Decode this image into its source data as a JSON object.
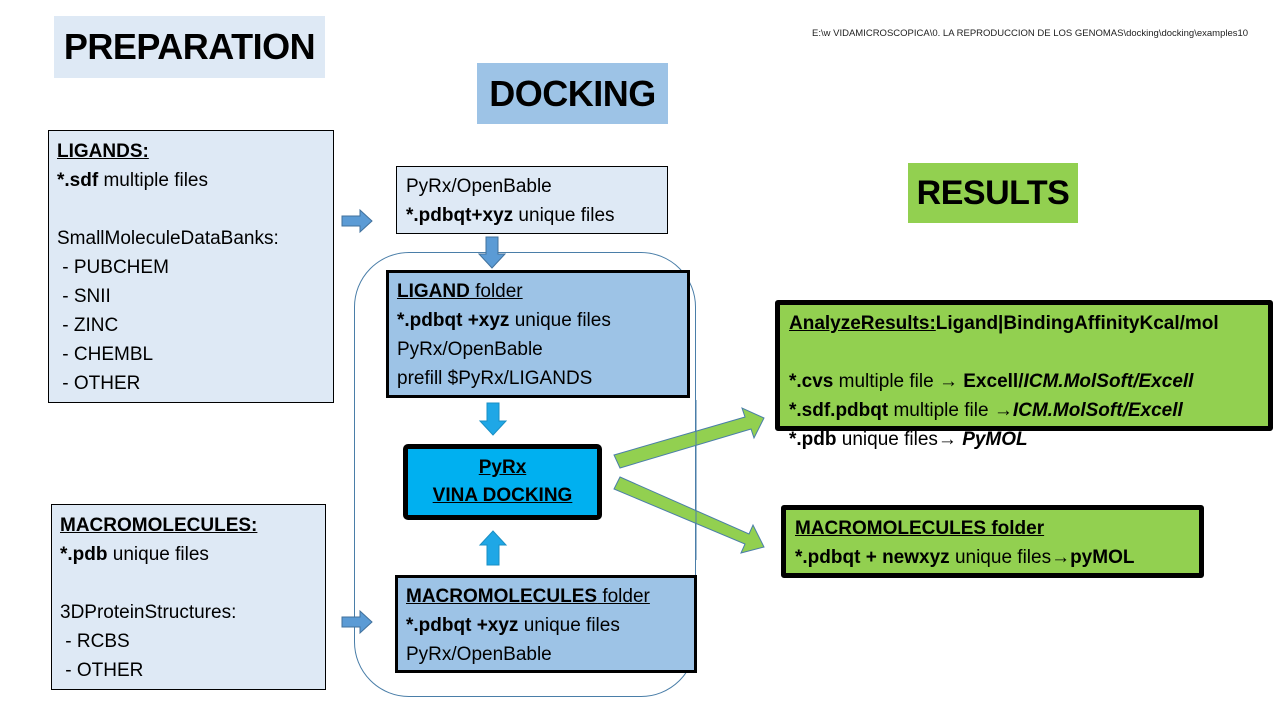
{
  "headers": {
    "preparation": "PREPARATION",
    "docking": "DOCKING",
    "results": "RESULTS"
  },
  "file_path": "E:\\w  VIDAMICROSCOPICA\\0. LA REPRODUCCION DE LOS GENOMAS\\docking\\docking\\examples10",
  "preparation": {
    "ligands": {
      "title": "LIGANDS:",
      "format_bold": "*.sdf",
      "format_rest": " multiple files",
      "banks_label": "SmallMoleculeDataBanks:",
      "banks": [
        " - PUBCHEM",
        " - SNII",
        " - ZINC",
        " - CHEMBL",
        " - OTHER"
      ]
    },
    "macromolecules": {
      "title": "MACROMOLECULES:",
      "format_bold": "*.pdb",
      "format_rest": " unique files",
      "sources_label": "3DProteinStructures:",
      "sources": [
        " - RCBS",
        " - OTHER"
      ]
    }
  },
  "docking": {
    "converter": {
      "line1": "PyRx/OpenBable",
      "line2_bold": "*.pdbqt+xyz",
      "line2_rest": " unique files"
    },
    "ligand_folder": {
      "title_bold": "LIGAND",
      "title_rest": " folder",
      "line2_bold": "*.pdbqt +xyz",
      "line2_rest": " unique files",
      "line3": "PyRx/OpenBable",
      "line4": "prefill $PyRx/LIGANDS"
    },
    "vina": {
      "line1": "PyRx",
      "line2": "VINA DOCKING"
    },
    "macro_folder": {
      "title_bold": "MACROMOLECULES",
      "title_rest": " folder",
      "line2_bold": "*.pdbqt +xyz",
      "line2_rest": " unique files",
      "line3": "PyRx/OpenBable"
    }
  },
  "results": {
    "analyze": {
      "title_u": "AnalyzeResults:",
      "title_rest": "Ligand|BindingAffinityKcal/mol",
      "rows": [
        {
          "bold": "*.cvs",
          "plain": " multiple file ",
          "arrow": "→",
          "target_bold": " Excell/",
          "target_italic": "ICM.MolSoft/Excell"
        },
        {
          "bold": "*.sdf.pdbqt",
          "plain": " multiple file ",
          "arrow": "→",
          "target_bold": "",
          "target_italic": "ICM.MolSoft/Excell"
        },
        {
          "bold": "*.pdb",
          "plain": " unique files",
          "arrow": "→",
          "target_bold": " ",
          "target_italic": "PyMOL"
        }
      ]
    },
    "macro_folder": {
      "title": "MACROMOLECULES folder",
      "line2_bold": "*.pdbqt + newxyz",
      "line2_rest": " unique files",
      "arrow": "→",
      "target": "pyMOL"
    }
  },
  "colors": {
    "light_blue": "#dee9f5",
    "mid_blue": "#9dc3e6",
    "cyan": "#00b0f0",
    "green": "#92d050",
    "arrow_blue": "#5b9bd5",
    "arrow_cyan": "#00b0f0"
  }
}
